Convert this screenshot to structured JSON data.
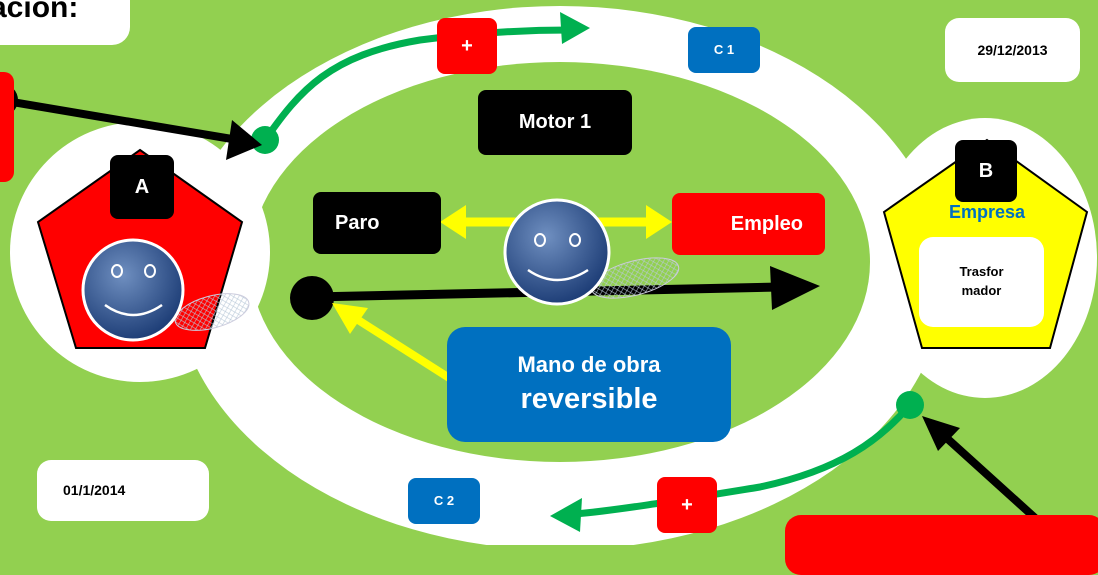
{
  "header_fragment": "ación:",
  "labels": {
    "c1": "C 1",
    "c2": "C 2",
    "date_top": "29/12/2013",
    "date_bottom": "01/1/2014",
    "motor": "Motor 1",
    "node_a": "A",
    "node_b": "B",
    "paro": "Paro",
    "empleo": "Empleo",
    "empresa": "Empresa",
    "trasformador_line1": "Trasfor",
    "trasformador_line2": "mador",
    "mano_de_obra": "Mano de obra",
    "reversible": "reversible",
    "plus_top": "+",
    "plus_bottom": "+"
  },
  "colors": {
    "background": "#92d050",
    "ring": "#ffffff",
    "inner_field": "#92d050",
    "arrow_green": "#00b050",
    "arrow_black": "#000000",
    "arrow_yellow": "#ffff00",
    "pentagon_a": "#ff0000",
    "pentagon_b": "#ffff00",
    "box_blue": "#0070c0",
    "box_red": "#ff0000"
  },
  "icons": [
    "smiley-face-icon-a",
    "smiley-face-icon-center"
  ]
}
